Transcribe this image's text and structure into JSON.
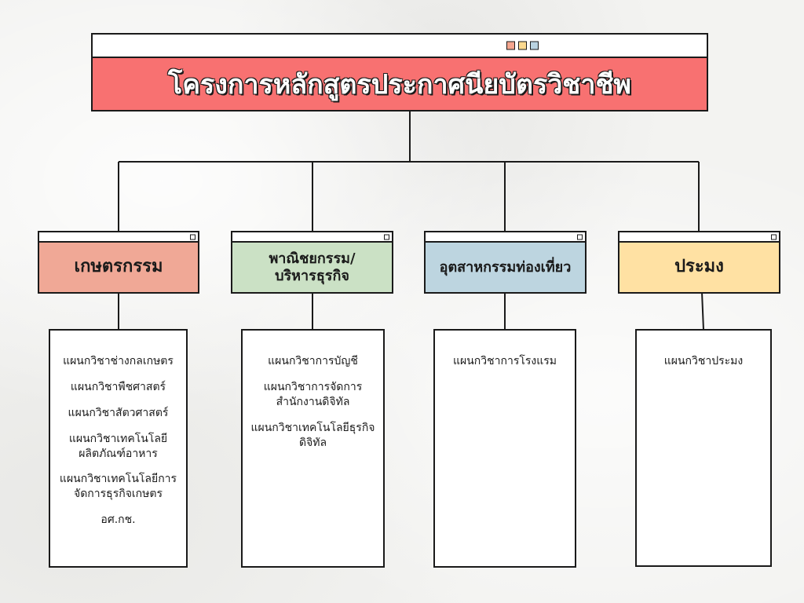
{
  "main": {
    "title": "โครงการหลักสูตรประกาศนียบัตรวิชาชีพ",
    "color": "#F87171",
    "dot_colors": [
      "#F4A58E",
      "#FBD98F",
      "#B9D3E1"
    ]
  },
  "categories": [
    {
      "label": "เกษตรกรรม",
      "color": "#F0A896",
      "items": [
        "แผนกวิชาช่างกลเกษตร",
        "แผนกวิชาพืชศาสตร์",
        "แผนกวิชาสัตวศาสตร์",
        "แผนกวิชาเทคโนโลยีผลิตภัณฑ์อาหาร",
        "แผนกวิชาเทคโนโลยีการจัดการธุรกิจเกษตร",
        "อศ.กช."
      ]
    },
    {
      "label": "พาณิชยกรรม/บริหารธุรกิจ",
      "color": "#CBE1C5",
      "items": [
        "แผนกวิชาการบัญชี",
        "แผนกวิชาการจัดการสำนักงานดิจิทัล",
        "แผนกวิชาเทคโนโลยีธุรกิจดิจิทัล"
      ]
    },
    {
      "label": "อุตสาหกรรมท่องเที่ยว",
      "color": "#BDD5E0",
      "items": [
        "แผนกวิชาการโรงแรม"
      ]
    },
    {
      "label": "ประมง",
      "color": "#FFE1A3",
      "items": [
        "แผนกวิชาประมง"
      ]
    }
  ]
}
